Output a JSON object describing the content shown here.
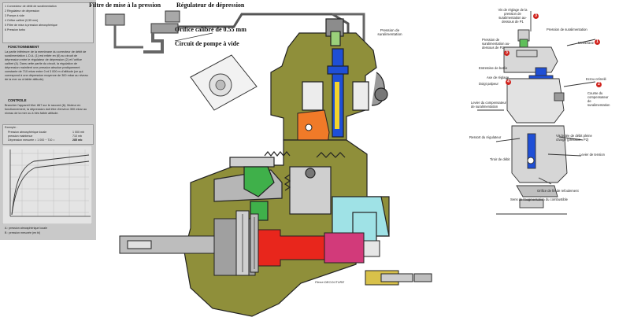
{
  "top_labels": {
    "filtre": "Filtre de mise à la pression",
    "regulateur": "Régulateur de dépression",
    "orifice": "Orifice calibré de 0.55 mm",
    "circuit": "Circuit de pompe à vide",
    "pression_suralim": "Pression de suralimentation"
  },
  "panel": {
    "legend": [
      "1   Connecteur de débit de suralimentation",
      "2   Régulateur de dépression",
      "3   Pompe à vide",
      "4   Orifice calibré (0,55 mm)",
      "5   Filtre de mise à pression atmosphérique",
      "6   Pression turbo"
    ],
    "fonctionnement_title": "FONCTIONNEMENT",
    "fonctionnement_text": "La partie inférieure de la membrane du correcteur de débit de suralimentation L.D.A. (1) est reliée en (6) au circuit de dépression entre le régulateur de dépression (2) et l'orifice calibré (4). Dans cette partie du circuit, la régulation de dépression maintient une pression absolue pratiquement constante de 710 mbar entre 0 et 3 000 m d'altitude (ce qui correspond à une dépression moyenne de 300 mbar au niveau de la mer ou à faible altitude).",
    "controle_title": "CONTROLE",
    "controle_text": "Brancher l'appareil Mot. 867 sur le raccord (6). Moteur en fonctionnement, la dépression doit être d'environ 300 mbar au niveau de la mer ou à très faible altitude.",
    "exemple_label": "Exemple :",
    "exemple_rows": [
      [
        "Pression atmosphérique locale",
        "1 000 mb"
      ],
      [
        "pression maintenue",
        "710 mb"
      ],
      [
        "Dépression mesurée = 1 000 − 710 =",
        "285 mb"
      ]
    ],
    "graph_legend": [
      "A : pression atmosphérique locale",
      "B : pression mesurée (en bl)"
    ]
  },
  "right_labels": {
    "vis_reglage": "Vis de réglage de la pression de suralimentation au-dessous de P1",
    "pression_suralim": "Pression de suralimentation",
    "pression_p2": "Pression de suralimentation au-dessous de P2",
    "membrane": "Membrane",
    "entretoise": "Entretoise de butée",
    "ecrou": "Ecrou crénelé",
    "axe_reglage": "Axe de réglage",
    "doigt_palpeur": "Doigt palpeur",
    "course": "Course du compensateur de suralimentation",
    "levier_comp": "Levier du compensateur de suralimentation",
    "ressort": "Ressort du régulateur",
    "vis_butee": "Vis butée de débit pleine charge (pression - P2)",
    "levier_tension": "Levier de tension",
    "tiroir": "Tiroir de débit",
    "orifice_refoulement": "Orifice de fin de refoulement",
    "sens": "Sens de l'augmentation du combustible"
  },
  "badges": [
    "1",
    "2",
    "3",
    "3",
    "4"
  ],
  "bottom_tag": "Pierre DECOUTURE",
  "colors": {
    "housing_olive": "#8f8f3a",
    "housing_gray": "#b4b4b4",
    "piston_blue": "#1f4fd6",
    "cam_orange": "#f07a28",
    "plunger_red": "#e8261c",
    "inlet_cyan": "#9fe2e6",
    "vane_green": "#3fb04a",
    "badge_red": "#d0241e"
  }
}
